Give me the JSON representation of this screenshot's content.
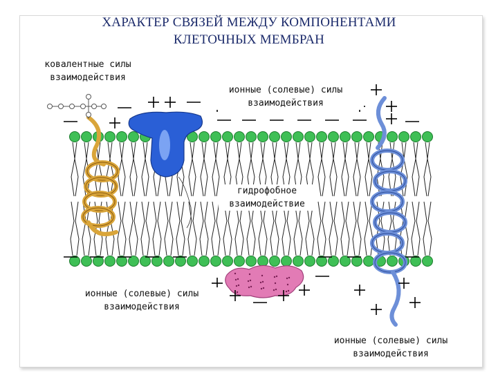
{
  "slide": {
    "title_line1": "ХАРАКТЕР СВЯЗЕЙ МЕЖДУ КОМПОНЕНТАМИ",
    "title_line2": "КЛЕТОЧНЫХ МЕМБРАН"
  },
  "labels": {
    "covalent_line1": "ковалентные силы",
    "covalent_line2": "взаимодействия",
    "ionic_top_line1": "ионные (солевые) силы",
    "ionic_top_line2": "взаимодействия",
    "hydrophobic_line1": "гидрофобное",
    "hydrophobic_line2": "взаимодействие",
    "ionic_left_line1": "ионные (солевые) силы",
    "ionic_left_line2": "взаимодействия",
    "ionic_bottom_line1": "ионные (солевые) силы",
    "ionic_bottom_line2": "взаимодействия"
  },
  "colors": {
    "lipid_head": "#3fbf56",
    "lipid_outline": "#1b7a2c",
    "peripheral_protein_top": "#2a5fd6",
    "peripheral_protein_bottom": "#e27bb5",
    "helix_left": "#d9a53a",
    "helix_right": "#6d8fd8",
    "title": "#1c2b6b"
  },
  "icons": [
    "plus-sign",
    "minus-sign"
  ]
}
